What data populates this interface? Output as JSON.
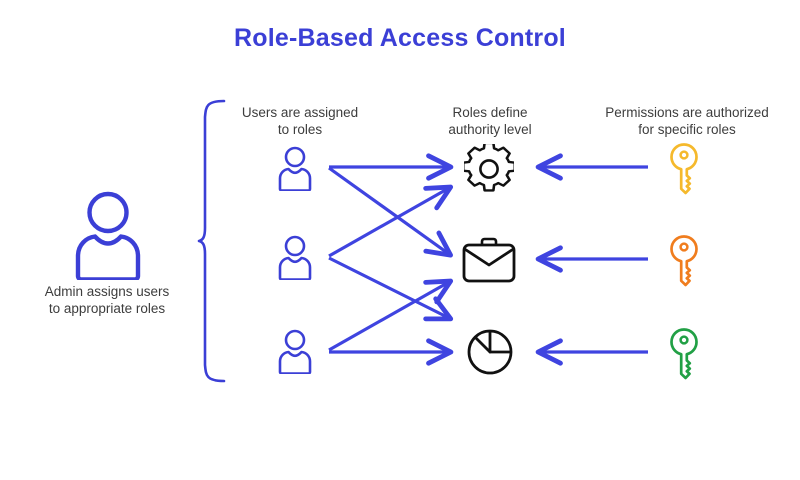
{
  "page": {
    "title": "Role-Based Access Control",
    "title_color": "#3b3fd6",
    "background": "#ffffff"
  },
  "colors": {
    "accent_blue": "#3b3fd6",
    "arrow_blue": "#3f44e0",
    "icon_black": "#111111",
    "key_yellow": "#f5b92c",
    "key_orange": "#f07d1e",
    "key_green": "#21a045",
    "caption_text": "#3d3d3d"
  },
  "captions": {
    "admin": "Admin assigns users\nto appropriate roles",
    "users": "Users are assigned\nto roles",
    "roles": "Roles define\nauthority level",
    "permissions": "Permissions are authorized\nfor specific roles"
  },
  "columns": {
    "admin": {
      "label": "admin",
      "icon": "person-icon",
      "color": "#3b3fd6"
    },
    "users": {
      "label": "users",
      "items": [
        {
          "id": "user-1",
          "icon": "person-icon",
          "color": "#3b3fd6"
        },
        {
          "id": "user-2",
          "icon": "person-icon",
          "color": "#3b3fd6"
        },
        {
          "id": "user-3",
          "icon": "person-icon",
          "color": "#3b3fd6"
        }
      ]
    },
    "roles": {
      "label": "roles",
      "items": [
        {
          "id": "role-1",
          "icon": "gear-icon",
          "color": "#111111"
        },
        {
          "id": "role-2",
          "icon": "briefcase-icon",
          "color": "#111111"
        },
        {
          "id": "role-3",
          "icon": "pie-chart-icon",
          "color": "#111111"
        }
      ]
    },
    "permissions": {
      "label": "permissions",
      "items": [
        {
          "id": "permission-1",
          "icon": "key-icon",
          "color": "#f5b92c"
        },
        {
          "id": "permission-2",
          "icon": "key-icon",
          "color": "#f07d1e"
        },
        {
          "id": "permission-3",
          "icon": "key-icon",
          "color": "#21a045"
        }
      ]
    }
  },
  "connections": {
    "user_to_role": [
      {
        "from": "user-1",
        "to": "role-1"
      },
      {
        "from": "user-1",
        "to": "role-2"
      },
      {
        "from": "user-2",
        "to": "role-1"
      },
      {
        "from": "user-2",
        "to": "role-2"
      },
      {
        "from": "user-2",
        "to": "role-3"
      },
      {
        "from": "user-3",
        "to": "role-2"
      },
      {
        "from": "user-3",
        "to": "role-3"
      }
    ],
    "permission_to_role": [
      {
        "from": "permission-1",
        "to": "role-1"
      },
      {
        "from": "permission-2",
        "to": "role-2"
      },
      {
        "from": "permission-3",
        "to": "role-3"
      }
    ]
  },
  "brace": {
    "name": "users-group-brace",
    "color": "#3b3fd6",
    "orientation": "left-facing"
  }
}
